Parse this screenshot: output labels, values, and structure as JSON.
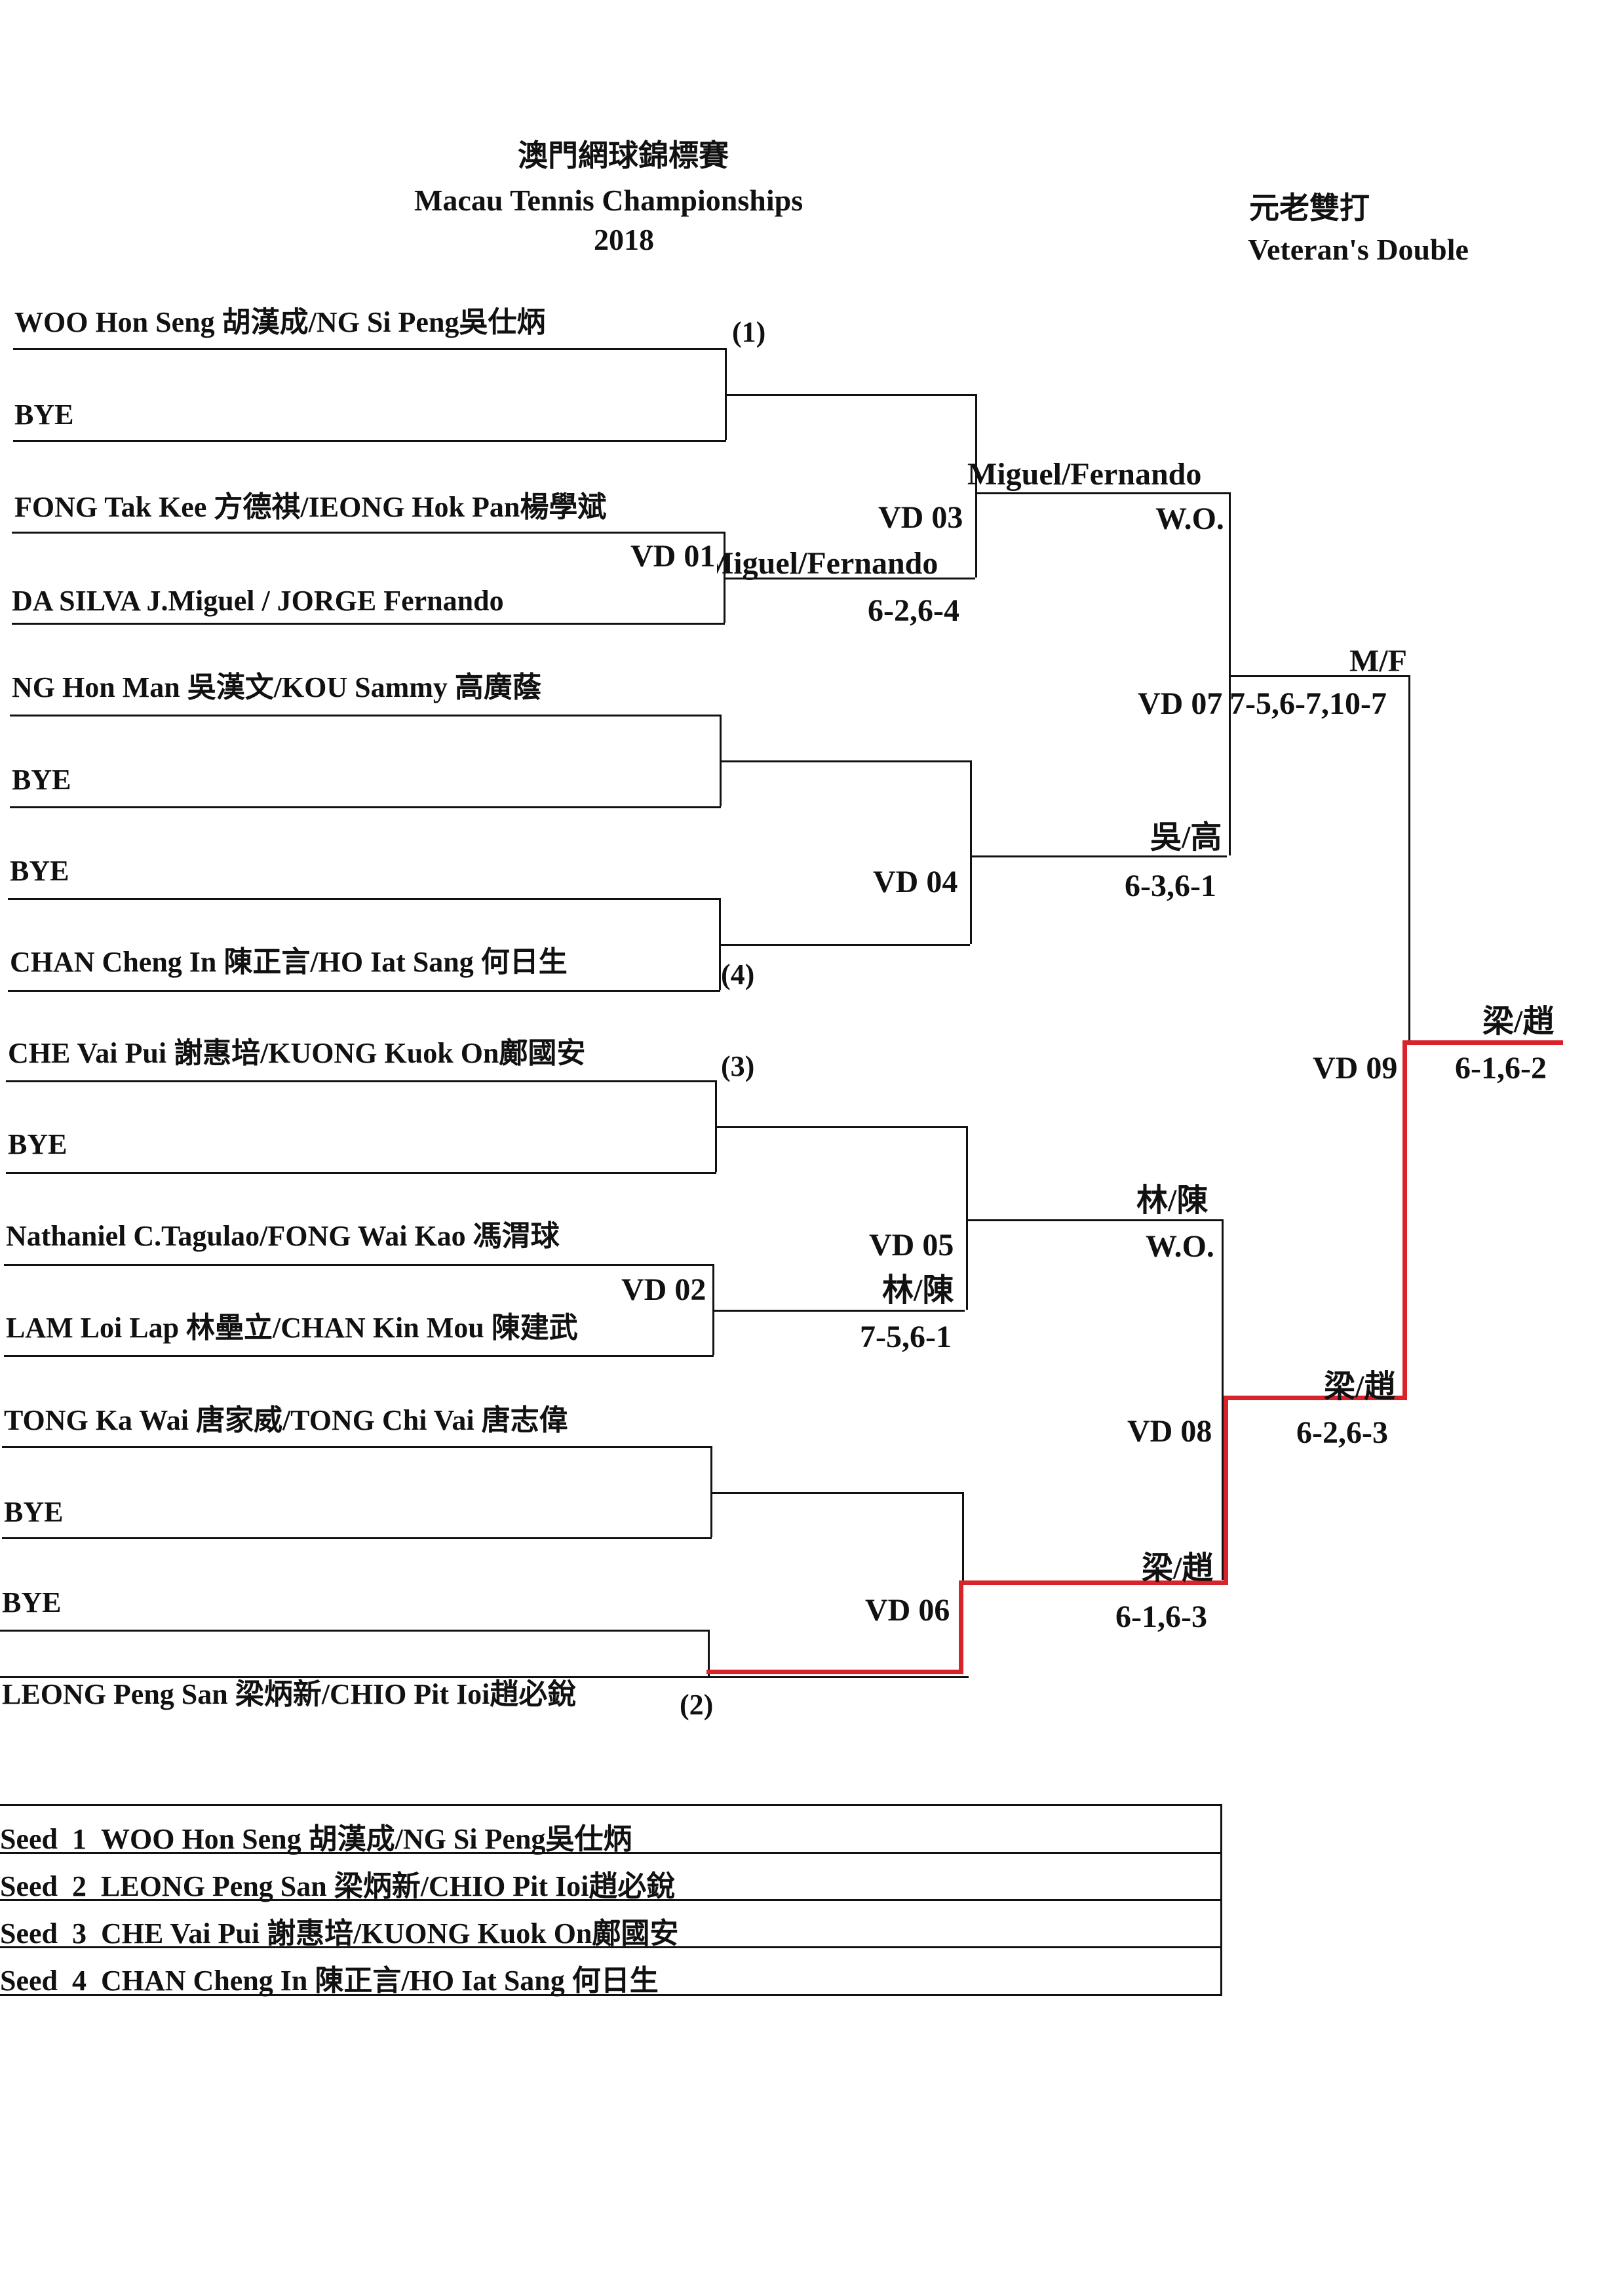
{
  "header": {
    "title_zh": "澳門網球錦標賽",
    "title_en": "Macau Tennis Championships",
    "year": "2018",
    "event_zh": "元老雙打",
    "event_en": "Veteran's Double"
  },
  "players": [
    "WOO Hon Seng 胡漢成/NG Si Peng吳仕炳",
    "BYE",
    "FONG Tak Kee 方德祺/IEONG Hok Pan楊學斌",
    "DA SILVA J.Miguel / JORGE Fernando",
    "NG Hon Man 吳漢文/KOU Sammy 高廣蔭",
    "BYE",
    "BYE",
    "CHAN Cheng In 陳正言/HO Iat Sang 何日生",
    "CHE Vai Pui 謝惠培/KUONG Kuok On鄺國安",
    "BYE",
    "Nathaniel C.Tagulao/FONG Wai Kao 馮渭球",
    "LAM Loi Lap 林壘立/CHAN Kin Mou 陳建武",
    "TONG Ka Wai 唐家威/TONG Chi Vai 唐志偉",
    "BYE",
    "BYE",
    "LEONG Peng San 梁炳新/CHIO Pit Ioi趙必銳"
  ],
  "seed_marks": [
    "(1)",
    "(4)",
    "(3)",
    "(2)"
  ],
  "round1": {
    "vd01": {
      "code": "VD 01",
      "winner": "Miguel/Fernando",
      "score": "6-2,6-4"
    },
    "vd02": {
      "code": "VD 02",
      "winner": "林/陳",
      "score": "7-5,6-1"
    }
  },
  "round2": {
    "vd03": {
      "code": "VD 03",
      "winner": "Miguel/Fernando",
      "score": "W.O."
    },
    "vd04": {
      "code": "VD 04",
      "winner": "吳/高",
      "score": "6-3,6-1"
    },
    "vd05": {
      "code": "VD 05",
      "winner": "林/陳",
      "score": "W.O."
    },
    "vd06": {
      "code": "VD 06",
      "winner": "梁/趙",
      "score": "6-1,6-3"
    }
  },
  "semis": {
    "vd07": {
      "code": "VD 07",
      "winner": "M/F",
      "score": "7-5,6-7,10-7"
    },
    "vd08": {
      "code": "VD 08",
      "winner": "梁/趙",
      "score": "6-2,6-3"
    }
  },
  "final": {
    "code": "VD 09",
    "winner": "梁/趙",
    "score": "6-1,6-2"
  },
  "seeds": [
    {
      "label": "Seed",
      "num": "1",
      "name": "WOO Hon Seng 胡漢成/NG Si Peng吳仕炳"
    },
    {
      "label": "Seed",
      "num": "2",
      "name": "LEONG Peng San 梁炳新/CHIO Pit Ioi趙必銳"
    },
    {
      "label": "Seed",
      "num": "3",
      "name": "CHE Vai Pui 謝惠培/KUONG Kuok On鄺國安"
    },
    {
      "label": "Seed",
      "num": "4",
      "name": "CHAN Cheng In 陳正言/HO Iat Sang 何日生"
    }
  ],
  "colors": {
    "ink": "#111111",
    "highlight": "#d8232a",
    "paper": "#ffffff"
  }
}
